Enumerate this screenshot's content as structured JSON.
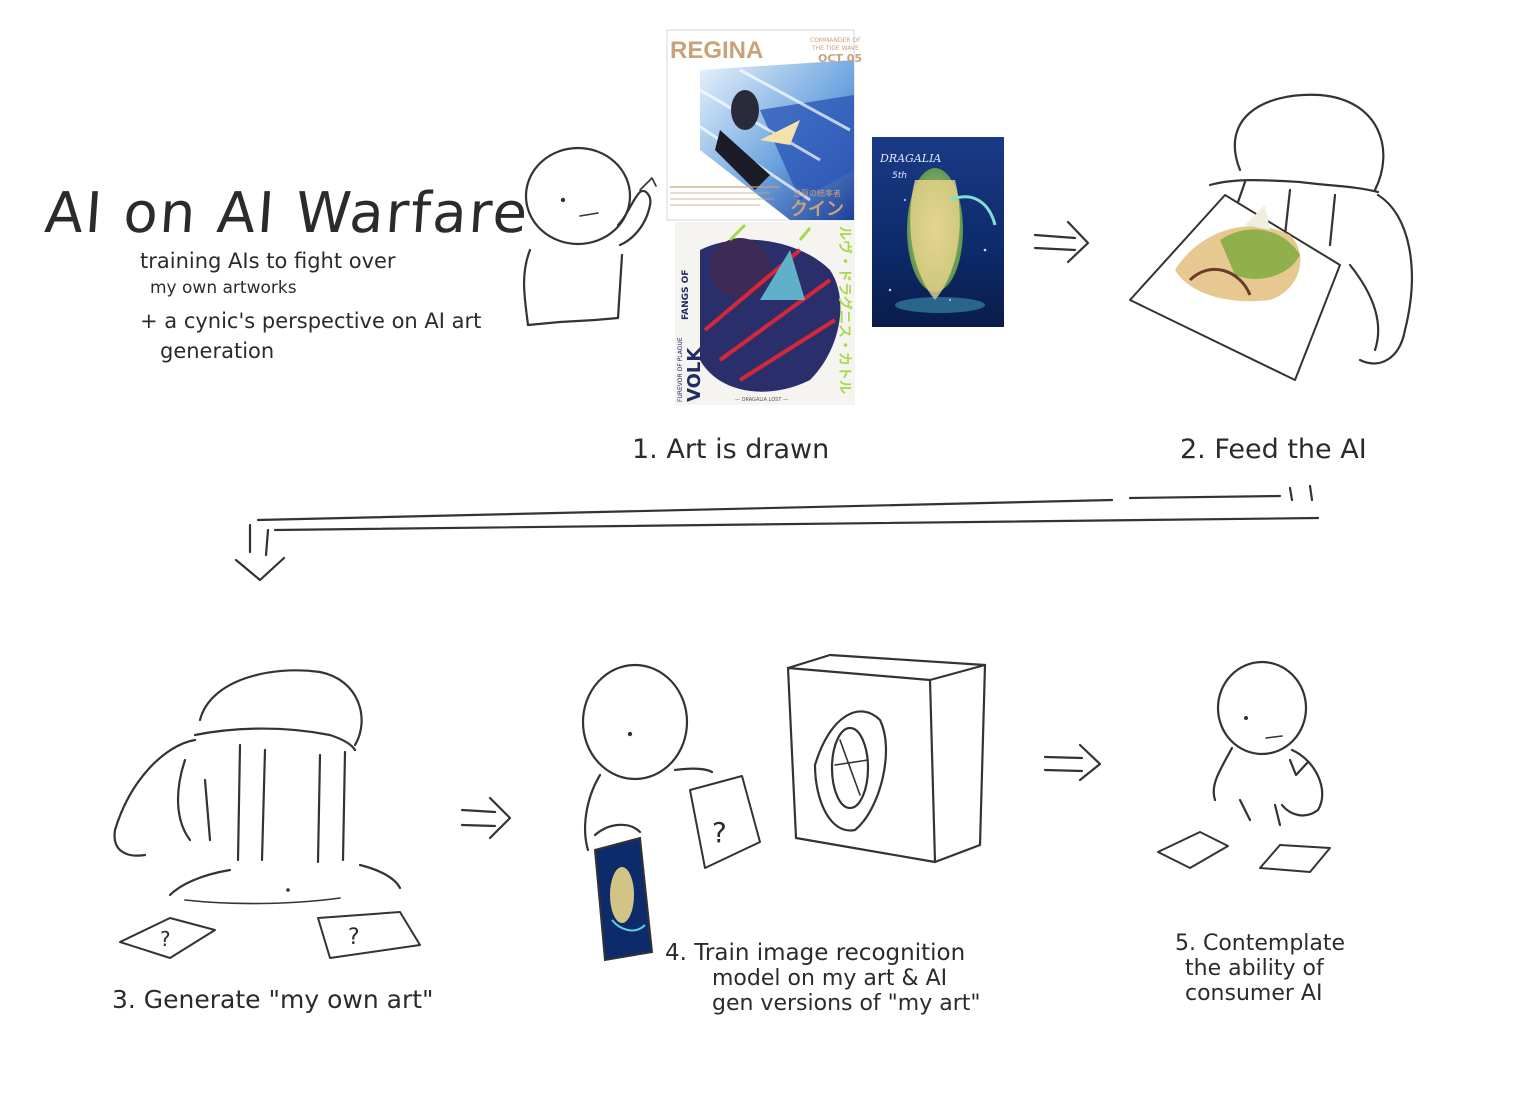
{
  "title": "AI on AI Warfare",
  "subtitle_lines": [
    "training AIs to fight over",
    "my own artworks"
  ],
  "note_lines": [
    "+ a cynic's perspective on AI art",
    "generation"
  ],
  "steps": {
    "s1": "1. Art is drawn",
    "s2": "2. Feed the AI",
    "s3": "3. Generate \"my own art\"",
    "s4": [
      "4. Train image recognition",
      "model on my art & AI",
      "gen versions of \"my art\""
    ],
    "s5": [
      "5. Contemplate",
      "the ability of",
      "consumer AI"
    ]
  },
  "artworks": {
    "regina": {
      "title": "REGINA",
      "side_lines": [
        "COMMANDER OF",
        "THE TIDE WAVE"
      ],
      "date": "OCT 05",
      "jp_small": "五賀の統率者",
      "jp_big": "クイン"
    },
    "volk": {
      "name": "VOLK",
      "side": "FUREVOR OF PLAGUE",
      "fangs": "FANGS OF",
      "jp": "ルヴ・ドラグニス・カトル",
      "footer": "— DRAGALIA LOST —"
    },
    "dragalia": {
      "title": "DRAGALIA",
      "sub": "5th"
    }
  },
  "colors": {
    "ink": "#333333",
    "regina_gold": "#c9a27a",
    "regina_blue": "#2b4fa8",
    "volk_navy": "#232b63",
    "volk_green": "#a6d84a",
    "volk_pink": "#e0529a",
    "dragalia_navy": "#0e2a66"
  }
}
